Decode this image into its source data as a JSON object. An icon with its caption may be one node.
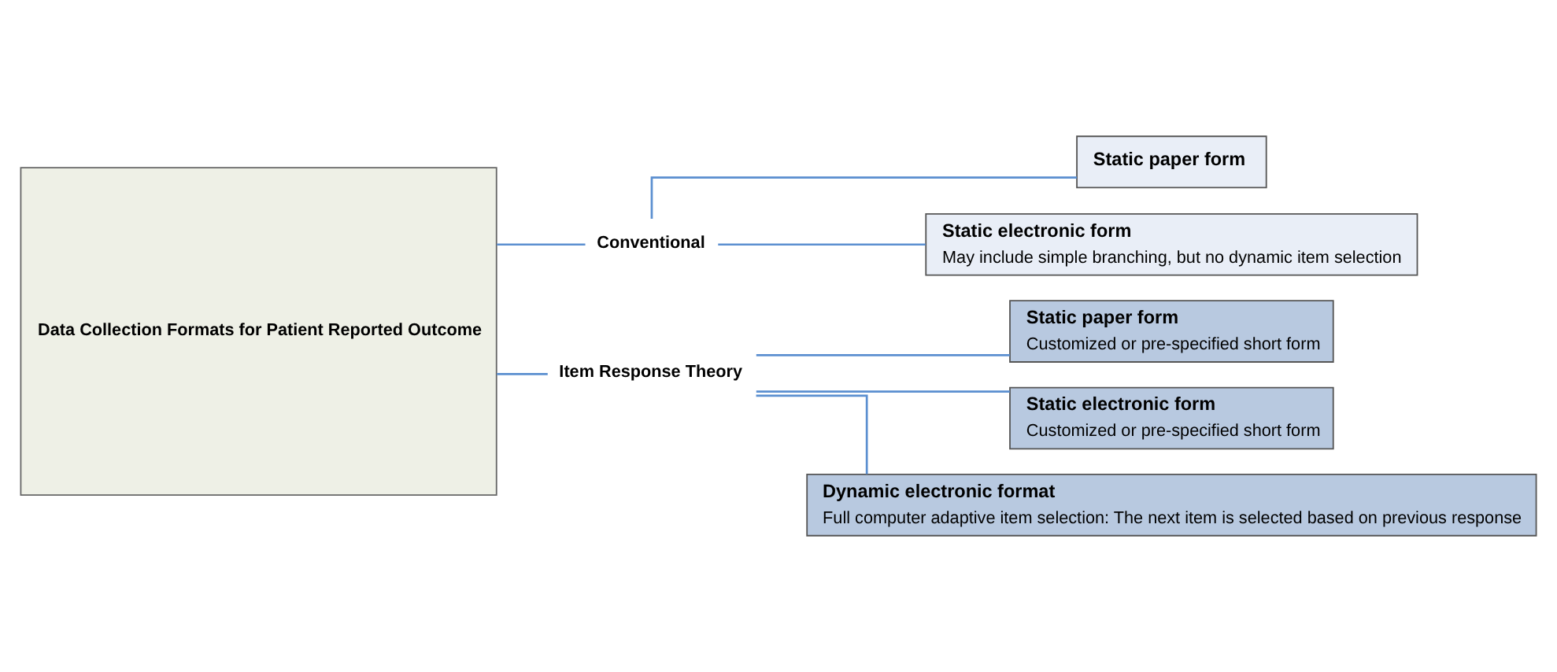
{
  "diagram": {
    "nodes": [
      {
        "text": [
          "Data Collection Formats for Patient Reported Outcome"
        ]
      },
      {
        "text": [
          "Conventional"
        ]
      },
      {
        "text": [
          "Static paper form"
        ]
      },
      {
        "text": [
          "Static electronic form",
          "May include simple branching, but no dynamic item selection"
        ]
      },
      {
        "text": [
          "Item Response Theory"
        ]
      },
      {
        "text": [
          "Static paper form",
          "Customized or pre-specified short form"
        ]
      },
      {
        "text": [
          "Static electronic form",
          "Customized or pre-specified short form"
        ]
      },
      {
        "text": [
          "Dynamic electronic format",
          "Full computer adaptive item selection: The next item is selected based on previous response"
        ]
      }
    ],
    "edges": [
      {
        "from": 0,
        "to": 1,
        "arrow": "none"
      },
      {
        "from": 1,
        "to": 2,
        "arrow": "none"
      },
      {
        "from": 1,
        "to": 3,
        "arrow": "none"
      },
      {
        "from": 0,
        "to": 4,
        "arrow": "none"
      },
      {
        "from": 4,
        "to": 5,
        "arrow": "none"
      },
      {
        "from": 4,
        "to": 6,
        "arrow": "none"
      },
      {
        "from": 4,
        "to": 7,
        "arrow": "none"
      }
    ]
  }
}
